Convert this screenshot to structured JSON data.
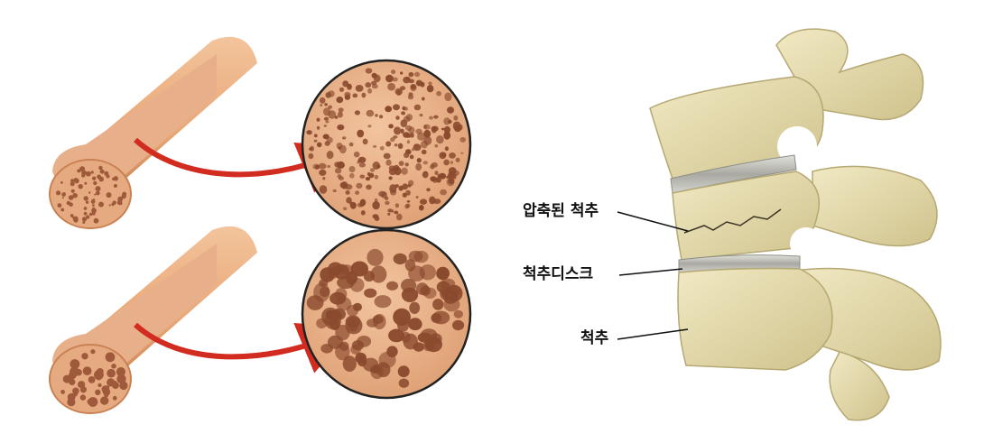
{
  "labels": {
    "compressed_vertebra": "압축된 척추",
    "spinal_disc": "척추디스크",
    "vertebra": "척추"
  },
  "colors": {
    "bone_outer": "#e9a877",
    "bone_inner": "#e8b08a",
    "pore": "#9e5a3a",
    "arrow": "#d22b20",
    "vertebra": "#e6dcae",
    "vertebra_shadow": "#c9bd86",
    "disc": "#b9b9b3"
  }
}
